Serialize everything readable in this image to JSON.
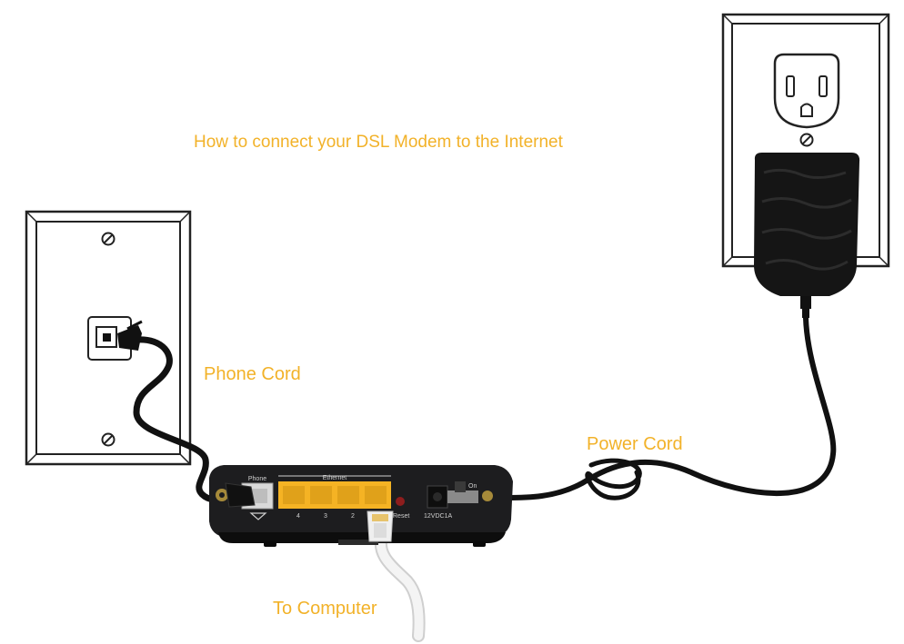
{
  "title": "How to connect your DSL Modem to the Internet",
  "labels": {
    "phone_cord": "Phone Cord",
    "power_cord": "Power Cord",
    "to_computer": "To Computer"
  },
  "modem": {
    "phone_port": "Phone",
    "ethernet": "Ethernet",
    "ports": [
      "4",
      "3",
      "2"
    ],
    "reset": "Reset",
    "power_in": "12VDC1A",
    "switch_on": "On"
  },
  "colors": {
    "label": "#f2b229",
    "ethernet_port": "#f5b324",
    "cable_black": "#111111",
    "cable_white": "#f2f2f2"
  }
}
